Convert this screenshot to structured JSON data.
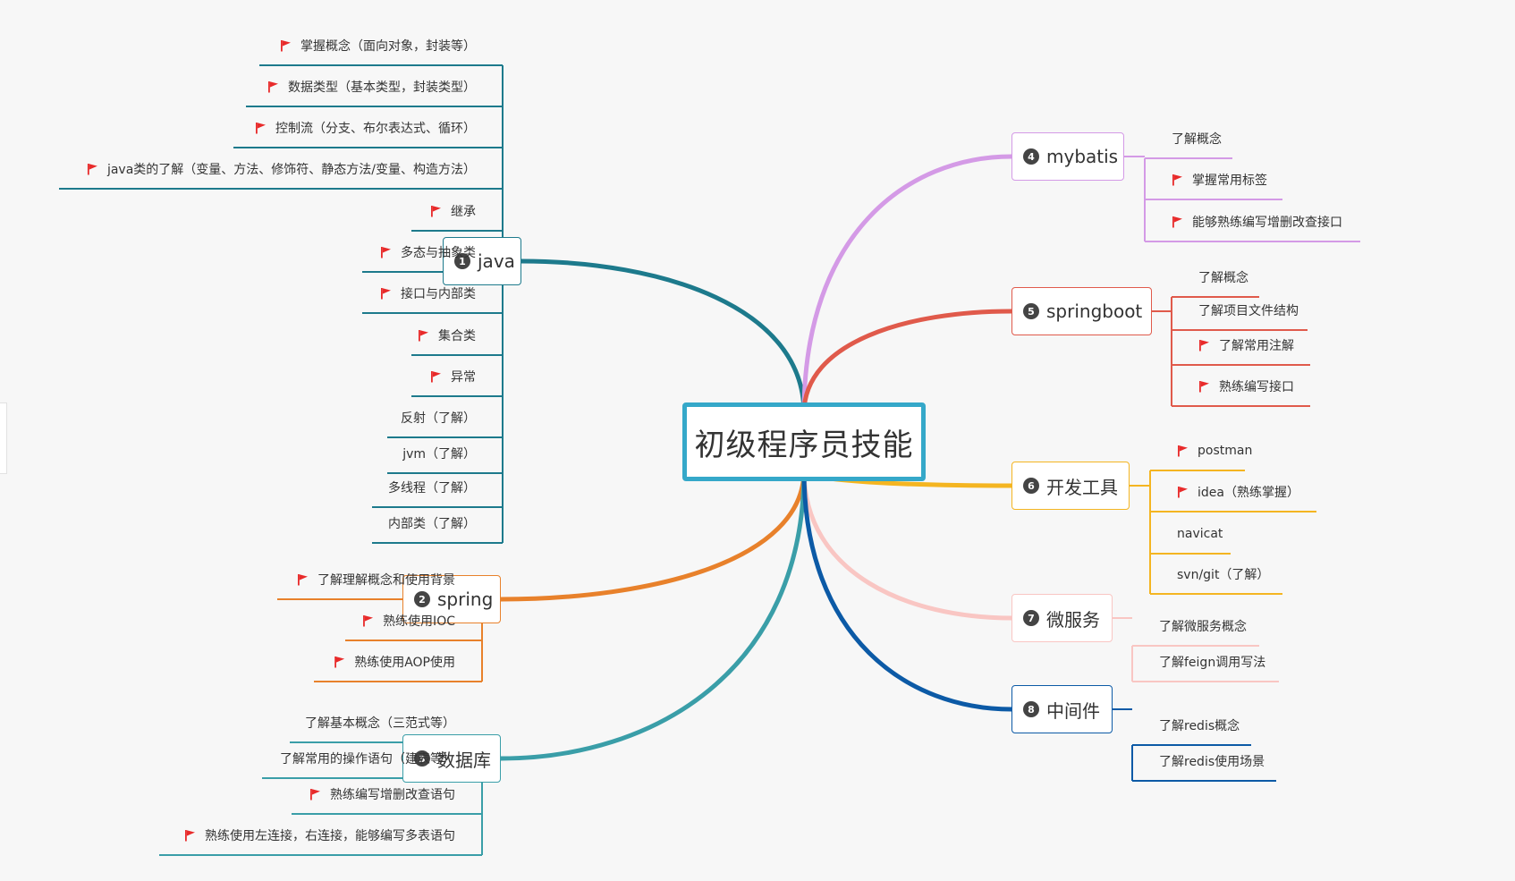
{
  "root": {
    "title": "初级程序员技能"
  },
  "topics": {
    "java": {
      "num": "1",
      "label": "java",
      "color": "#1d7a8c"
    },
    "spring": {
      "num": "2",
      "label": "spring",
      "color": "#e8812b"
    },
    "database": {
      "num": "3",
      "label": "数据库",
      "color": "#3a9ea8"
    },
    "mybatis": {
      "num": "4",
      "label": "mybatis",
      "color": "#d49ae6"
    },
    "springboot": {
      "num": "5",
      "label": "springboot",
      "color": "#e05a4b"
    },
    "devtools": {
      "num": "6",
      "label": "开发工具",
      "color": "#f4b521"
    },
    "microservice": {
      "num": "7",
      "label": "微服务",
      "color": "#f9c6c3"
    },
    "middleware": {
      "num": "8",
      "label": "中间件",
      "color": "#0c5aa6"
    }
  },
  "java_items": [
    {
      "label": "掌握概念（面向对象，封装等）",
      "flag": true
    },
    {
      "label": "数据类型（基本类型，封装类型）",
      "flag": true
    },
    {
      "label": "控制流（分支、布尔表达式、循环）",
      "flag": true
    },
    {
      "label": "java类的了解（变量、方法、修饰符、静态方法/变量、构造方法）",
      "flag": true
    },
    {
      "label": "继承",
      "flag": true
    },
    {
      "label": "多态与抽象类",
      "flag": true
    },
    {
      "label": "接口与内部类",
      "flag": true
    },
    {
      "label": "集合类",
      "flag": true
    },
    {
      "label": "异常",
      "flag": true
    },
    {
      "label": "反射（了解）",
      "flag": false
    },
    {
      "label": "jvm（了解）",
      "flag": false
    },
    {
      "label": "多线程（了解）",
      "flag": false
    },
    {
      "label": "内部类（了解）",
      "flag": false
    }
  ],
  "spring_items": [
    {
      "label": "了解理解概念和使用背景",
      "flag": true
    },
    {
      "label": "熟练使用IOC",
      "flag": true
    },
    {
      "label": "熟练使用AOP使用",
      "flag": true
    }
  ],
  "database_items": [
    {
      "label": "了解基本概念（三范式等）",
      "flag": false
    },
    {
      "label": "了解常用的操作语句（建表等）",
      "flag": false
    },
    {
      "label": "熟练编写增删改查语句",
      "flag": true
    },
    {
      "label": "熟练使用左连接，右连接，能够编写多表语句",
      "flag": true
    }
  ],
  "mybatis_items": [
    {
      "label": "了解概念",
      "flag": false
    },
    {
      "label": "掌握常用标签",
      "flag": true
    },
    {
      "label": "能够熟练编写增删改查接口",
      "flag": true
    }
  ],
  "springboot_items": [
    {
      "label": "了解概念",
      "flag": false
    },
    {
      "label": "了解项目文件结构",
      "flag": false
    },
    {
      "label": "了解常用注解",
      "flag": true
    },
    {
      "label": "熟练编写接口",
      "flag": true
    }
  ],
  "devtools_items": [
    {
      "label": "postman",
      "flag": true
    },
    {
      "label": "idea（熟练掌握）",
      "flag": true
    },
    {
      "label": "navicat",
      "flag": false
    },
    {
      "label": "svn/git（了解）",
      "flag": false
    }
  ],
  "microservice_items": [
    {
      "label": "了解微服务概念",
      "flag": false
    },
    {
      "label": "了解feign调用写法",
      "flag": false
    }
  ],
  "middleware_items": [
    {
      "label": "了解redis概念",
      "flag": false
    },
    {
      "label": "了解redis使用场景",
      "flag": false
    }
  ],
  "colors": {
    "flag": "#e82a2a",
    "root_border": "#35a8c9"
  },
  "icons": {
    "flag": "red-flag-icon",
    "number": "number-badge-icon"
  }
}
